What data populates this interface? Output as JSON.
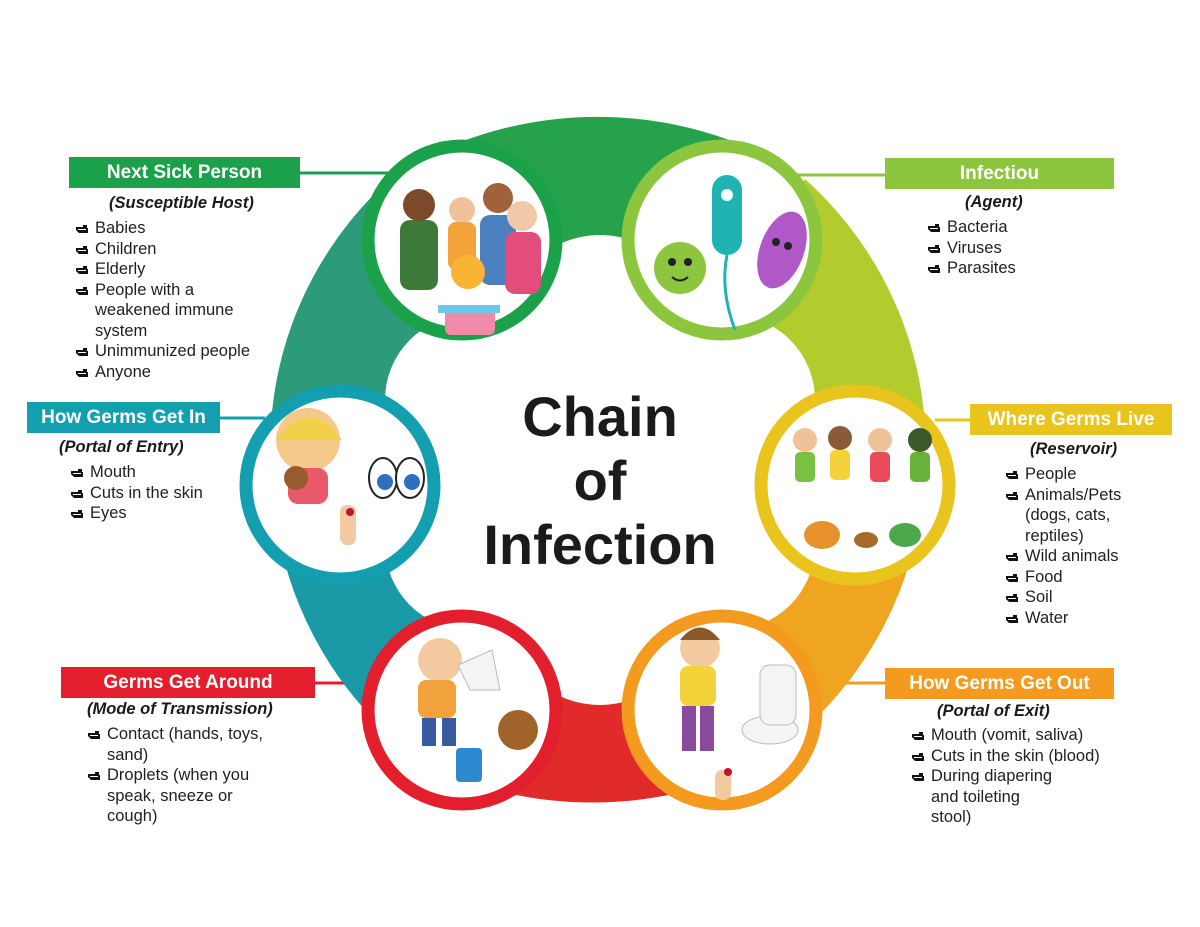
{
  "center_title": {
    "line1": "Chain",
    "line2": "of",
    "line3": "Infection"
  },
  "sections": {
    "next_sick_person": {
      "label": "Next Sick Person",
      "subtitle": "(Susceptible Host)",
      "color": "#1aa14a",
      "items": [
        "Babies",
        "Children",
        "Elderly",
        "People with a",
        "weakened immune",
        "system",
        "Unimmunized people",
        "Anyone"
      ]
    },
    "infectious": {
      "label": "Infectiou",
      "subtitle": "(Agent)",
      "color": "#8cc63f",
      "items": [
        "Bacteria",
        "Viruses",
        "Parasites"
      ]
    },
    "how_germs_get_in": {
      "label": "How Germs Get In",
      "subtitle": "(Portal of Entry)",
      "color": "#139faf",
      "items": [
        "Mouth",
        "Cuts in the skin",
        "Eyes"
      ]
    },
    "where_germs_live": {
      "label": "Where Germs Live",
      "subtitle": "(Reservoir)",
      "color": "#e8c41c",
      "items": [
        "People",
        "Animals/Pets",
        "(dogs, cats,",
        "reptiles)",
        "Wild animals",
        "Food",
        "Soil",
        "Water"
      ]
    },
    "germs_get_around": {
      "label": "Germs Get Around",
      "subtitle": "(Mode of Transmission)",
      "color": "#e31e2d",
      "items": [
        "Contact (hands, toys,",
        "sand)",
        "Droplets (when you",
        "speak, sneeze or",
        "cough)"
      ]
    },
    "how_germs_get_out": {
      "label": "How Germs Get Out",
      "subtitle": "(Portal of Exit)",
      "color": "#f39a1f",
      "items": [
        "Mouth (vomit, saliva)",
        "Cuts in the skin (blood)",
        "During diapering",
        "and toileting",
        "stool)"
      ]
    }
  }
}
